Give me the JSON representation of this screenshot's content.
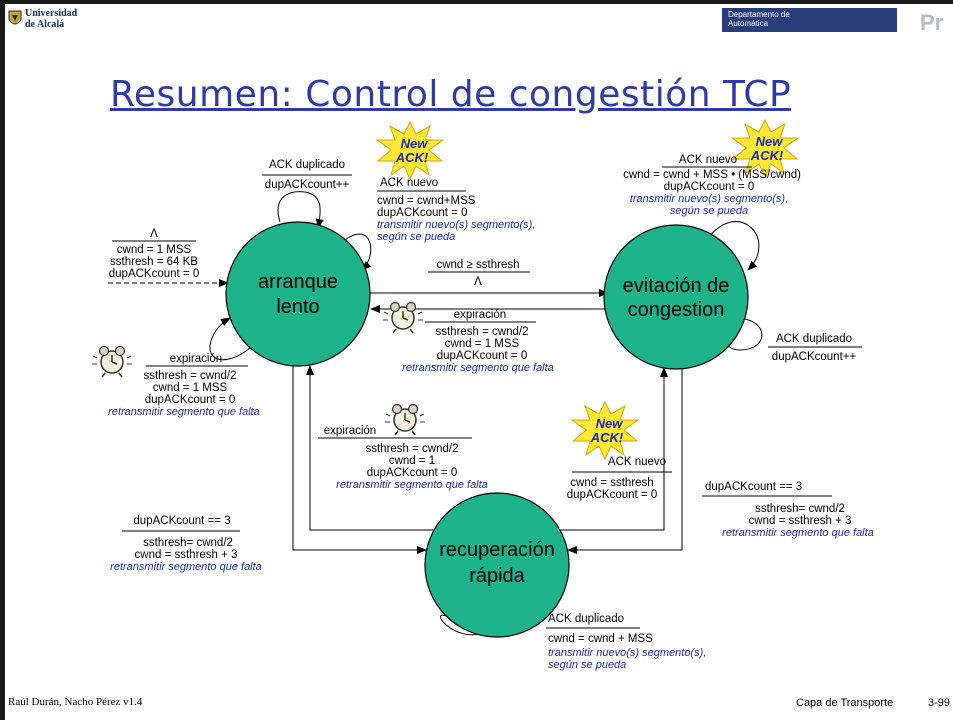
{
  "header": {
    "university": [
      "Universidad",
      "de Alcalá"
    ],
    "department": [
      "Departamento de",
      "Automática"
    ],
    "corner_logo": "Pr"
  },
  "title": "Resumen: Control de congestión TCP",
  "states": {
    "slow_start": [
      "arranque",
      "lento"
    ],
    "congestion_avoidance": [
      "evitación de",
      "congestion"
    ],
    "fast_recovery": [
      "recuperación",
      "rápida"
    ]
  },
  "burst_label": [
    "New",
    "ACK!"
  ],
  "transitions": {
    "initial": {
      "event": "Λ",
      "actions": [
        "cwnd = 1 MSS",
        "ssthresh = 64 KB",
        "dupACKcount = 0"
      ]
    },
    "ss_dup": {
      "event": "ACK duplicado",
      "actions": [
        "dupACKcount++"
      ]
    },
    "ss_newack": {
      "event": "ACK nuevo",
      "actions": [
        "cwnd = cwnd+MSS",
        "dupACKcount = 0"
      ],
      "blue": [
        "transmitir nuevo(s) segmento(s),",
        "según se pueda"
      ]
    },
    "ss_timeout": {
      "event": "expiración",
      "actions": [
        "ssthresh = cwnd/2",
        "cwnd = 1 MSS",
        "dupACKcount = 0"
      ],
      "blue": [
        "retransmitir segmento que falta"
      ]
    },
    "ss_to_ca": {
      "event": "cwnd ≥ ssthresh",
      "actions": [
        "Λ"
      ]
    },
    "ca_to_ss": {
      "event": "expiración",
      "actions": [
        "ssthresh = cwnd/2",
        "cwnd = 1 MSS",
        "dupACKcount = 0"
      ],
      "blue": [
        "retransmitir segmento que falta"
      ]
    },
    "ca_newack": {
      "event": "ACK nuevo",
      "actions": [
        "cwnd = cwnd + MSS • (MSS/cwnd)",
        "dupACKcount = 0"
      ],
      "blue": [
        "transmitir nuevo(s) segmento(s),",
        "según se pueda"
      ]
    },
    "ca_dup": {
      "event": "ACK duplicado",
      "actions": [
        "dupACKcount++"
      ]
    },
    "fr_to_ss": {
      "event": "expiración",
      "actions": [
        "ssthresh = cwnd/2",
        "cwnd = 1",
        "dupACKcount = 0"
      ],
      "blue": [
        "retransmitir segmento que falta"
      ]
    },
    "fr_to_ca": {
      "event": "ACK nuevo",
      "actions": [
        "cwnd = ssthresh",
        "dupACKcount = 0"
      ]
    },
    "ss_to_fr": {
      "event": "dupACKcount == 3",
      "actions": [
        "ssthresh= cwnd/2",
        "cwnd = ssthresh + 3"
      ],
      "blue": [
        "retransmitir segmento que falta"
      ]
    },
    "ca_to_fr": {
      "event": "dupACKcount == 3",
      "actions": [
        "ssthresh= cwnd/2",
        "cwnd = ssthresh + 3"
      ],
      "blue": [
        "retransmitir segmento que falta"
      ]
    },
    "fr_dup": {
      "event": "ACK duplicado",
      "actions": [
        "cwnd = cwnd + MSS"
      ],
      "blue": [
        "transmitir nuevo(s) segmento(s),",
        "según se pueda"
      ]
    }
  },
  "footer": {
    "author": "Raúl Durán, Nacho Pérez v1.4",
    "section": "Capa de Transporte",
    "page": "3-99"
  },
  "colors": {
    "state_fill": "#1fb38c",
    "title": "#2c3ba8",
    "action_blue": "#1a2aa8",
    "burst": "#ffe83a"
  }
}
